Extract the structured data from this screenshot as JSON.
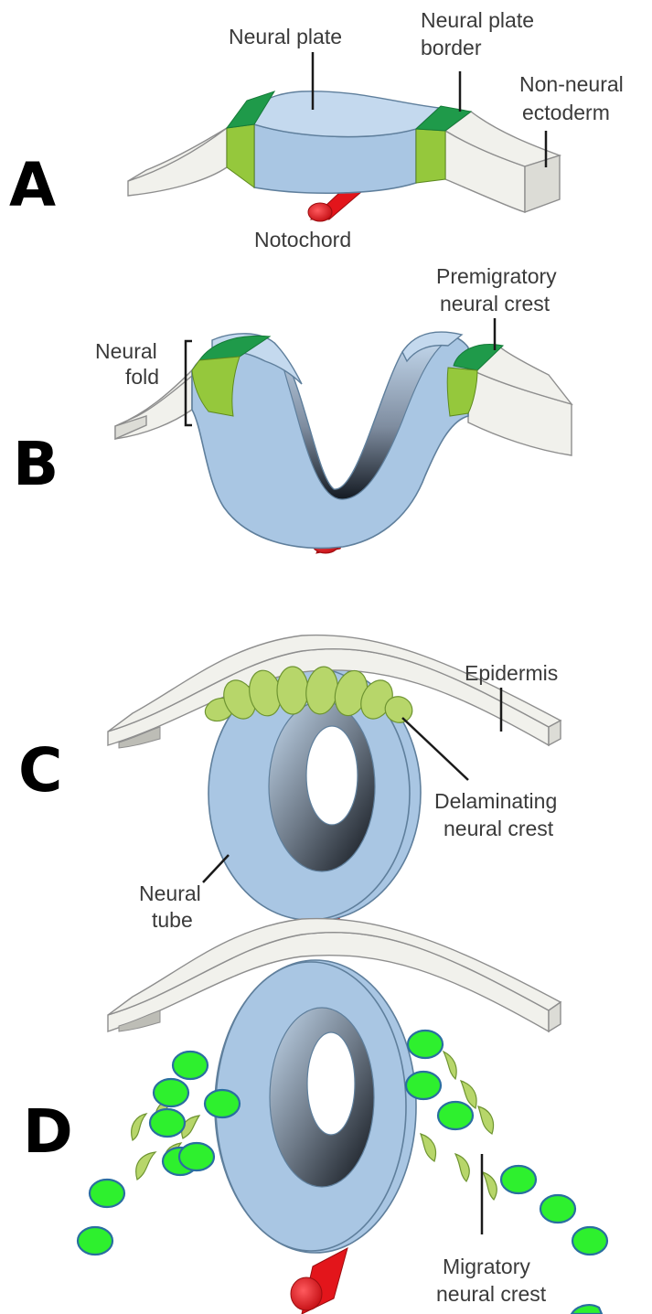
{
  "panels": {
    "a": {
      "letter": "A",
      "labels": {
        "neural_plate": "Neural plate",
        "npb_line1": "Neural plate",
        "npb_line2": "border",
        "nonneural_line1": "Non-neural",
        "nonneural_line2": "ectoderm",
        "notochord": "Notochord"
      }
    },
    "b": {
      "letter": "B",
      "labels": {
        "fold_line1": "Neural",
        "fold_line2": "fold",
        "premig_line1": "Premigratory",
        "premig_line2": "neural crest"
      }
    },
    "c": {
      "letter": "C",
      "labels": {
        "epidermis": "Epidermis",
        "delam_line1": "Delaminating",
        "delam_line2": "neural crest",
        "tube_line1": "Neural",
        "tube_line2": "tube"
      }
    },
    "d": {
      "letter": "D",
      "labels": {
        "mig_line1": "Migratory",
        "mig_line2": "neural crest"
      }
    }
  },
  "colors": {
    "neural_plate": "#a9c6e3",
    "neural_plate_border": "#1f9a4a",
    "neural_crest_side": "#95c83c",
    "non_neural_ectoderm": "#f1f1ec",
    "notochord": "#e3151b",
    "migratory_cells": "#2ef02e"
  }
}
